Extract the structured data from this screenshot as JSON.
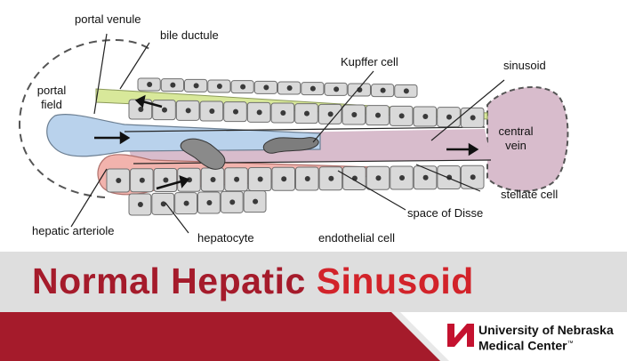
{
  "diagram": {
    "labels": {
      "portal_venule": "portal venule",
      "bile_ductule": "bile ductule",
      "portal_field": [
        "portal",
        "field"
      ],
      "kupffer_cell": "Kupffer cell",
      "sinusoid": "sinusoid",
      "central_vein": [
        "central",
        "vein"
      ],
      "stellate_cell": "stellate cell",
      "space_of_disse": "space of Disse",
      "hepatic_arteriole": "hepatic arteriole",
      "hepatocyte": "hepatocyte",
      "endothelial_cell": "endothelial cell"
    },
    "colors": {
      "portal_venule": "#b9d2ec",
      "bile_ductule": "#d8e89a",
      "hepatic_arteriole": "#f2b3ad",
      "central_vein": "#d8bccc",
      "hepatocyte": "#d9d9d9",
      "nucleus": "#3a3a3a"
    }
  },
  "banner": {
    "title_words": [
      "Normal",
      "Hepatic",
      "Sinusoid"
    ],
    "title_colors": [
      "#a51b2b",
      "#a51b2b",
      "#d2232a"
    ]
  },
  "footer": {
    "org_line1": "University of Nebraska",
    "org_line2": "Medical Center",
    "trademark": "™",
    "logo_icon": "unmc-n-logo-icon",
    "bar_color": "#a51b2b"
  }
}
